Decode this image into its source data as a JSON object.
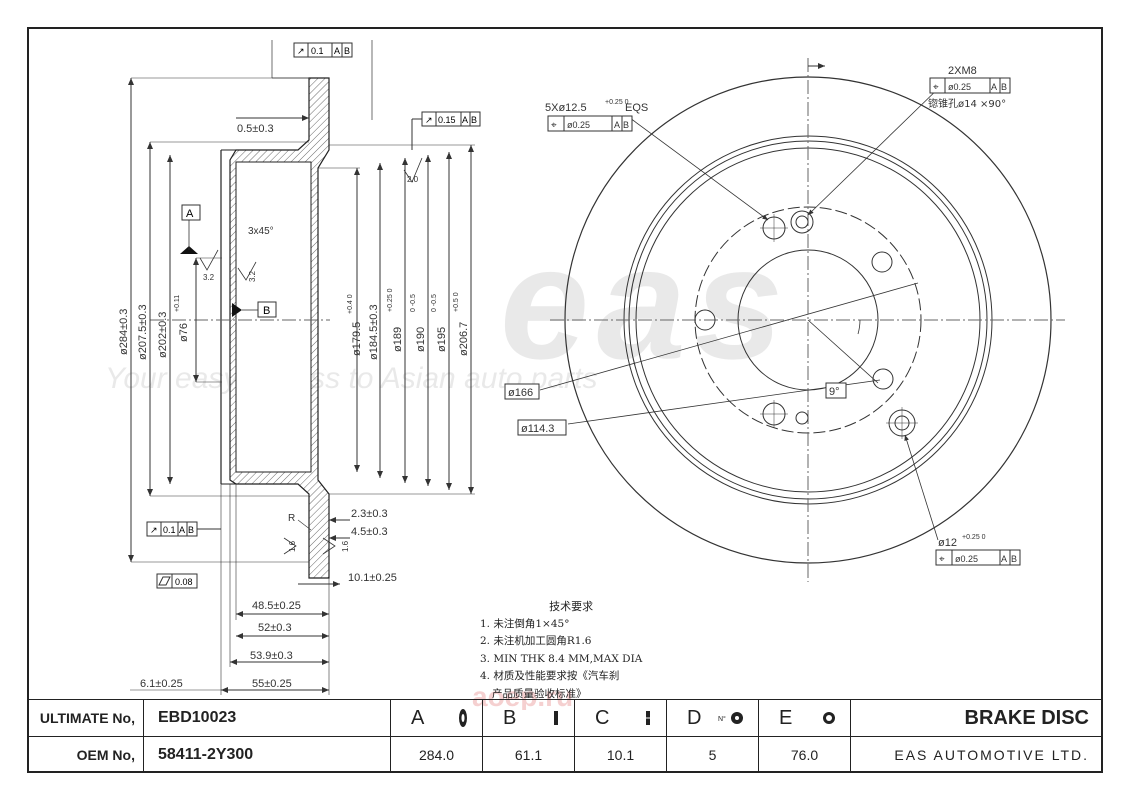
{
  "drawing": {
    "side_view": {
      "tolerance_top": {
        "value": "0.1",
        "datum1": "A",
        "datum2": "B"
      },
      "tolerance_right": {
        "value": "0.15",
        "datum1": "A",
        "datum2": "B"
      },
      "tolerance_left": {
        "value": "0.1",
        "datum1": "A",
        "datum2": "B"
      },
      "flatness": {
        "value": "0.08"
      },
      "dims_left": [
        "ø284±0.3",
        "ø207.5±0.3",
        "ø202±0.3",
        "ø76"
      ],
      "dims_left_tol": "+0.11",
      "dims_right": [
        "ø179.5",
        "ø184.5±0.3",
        "ø189",
        "ø190",
        "ø195",
        "ø206.7"
      ],
      "dims_right_tol": [
        "+0.4 0",
        "",
        "+0.25 0",
        "0 -0.5",
        "0 -0.5",
        "+0.5 0"
      ],
      "runout_dims": [
        "0.5±0.3",
        "2.3±0.3",
        "4.5±0.3",
        "10.1±0.25",
        "48.5±0.25",
        "52±0.3",
        "53.9±0.3",
        "55±0.25",
        "6.1±0.25"
      ],
      "chamfer": "3x45°",
      "datum_a": "A",
      "datum_b": "B",
      "roughness": [
        "3.2",
        "3.2",
        "2.0",
        "1.6",
        "1.6"
      ],
      "radius_mark": "R"
    },
    "front_view": {
      "bolt_callout": "5Xø12.5",
      "bolt_tol": "+0.25 0",
      "bolt_eqs": "EQS",
      "bolt_position": {
        "value": "ø0.25",
        "datum1": "A",
        "datum2": "B"
      },
      "thread_callout": "2XM8",
      "thread_position": {
        "value": "ø0.25",
        "datum1": "A",
        "datum2": "B"
      },
      "countersink_note": "锪锥孔ø14 ×90°",
      "dia_166": "ø166",
      "dia_114": "ø114.3",
      "angle": "9°",
      "hole_callout": "ø12",
      "hole_tol": "+0.25 0",
      "hole_position": {
        "value": "ø0.25",
        "datum1": "A",
        "datum2": "B"
      }
    },
    "watermark": {
      "logo": "eas",
      "tagline": "Your easy access to Asian auto parts",
      "site": "aoep.ru"
    },
    "notes": {
      "title": "技术要求",
      "items": [
        "1. 未注倒角1×45°",
        "2. 未注机加工圆角R1.6",
        "3. MIN THK 8.4 MM,MAX DIA",
        "4. 材质及性能要求按《汽车刹",
        "产品质量验收标准》"
      ]
    }
  },
  "table": {
    "ultimate_label": "ULTIMATE No,",
    "ultimate_code": "EBD10023",
    "oem_label": "OEM No,",
    "oem_code": "58411-2Y300",
    "params": [
      {
        "letter": "A",
        "value": "284.0",
        "icon": "disc-diameter-icon"
      },
      {
        "letter": "B",
        "value": "61.1",
        "icon": "disc-height-icon"
      },
      {
        "letter": "C",
        "value": "10.1",
        "icon": "disc-thickness-icon"
      },
      {
        "letter": "D",
        "value": "5",
        "icon": "bolt-holes-icon",
        "icon_text": "N°"
      },
      {
        "letter": "E",
        "value": "76.0",
        "icon": "center-bore-icon"
      }
    ],
    "title": "BRAKE DISC",
    "company": "EAS AUTOMOTIVE LTD."
  }
}
